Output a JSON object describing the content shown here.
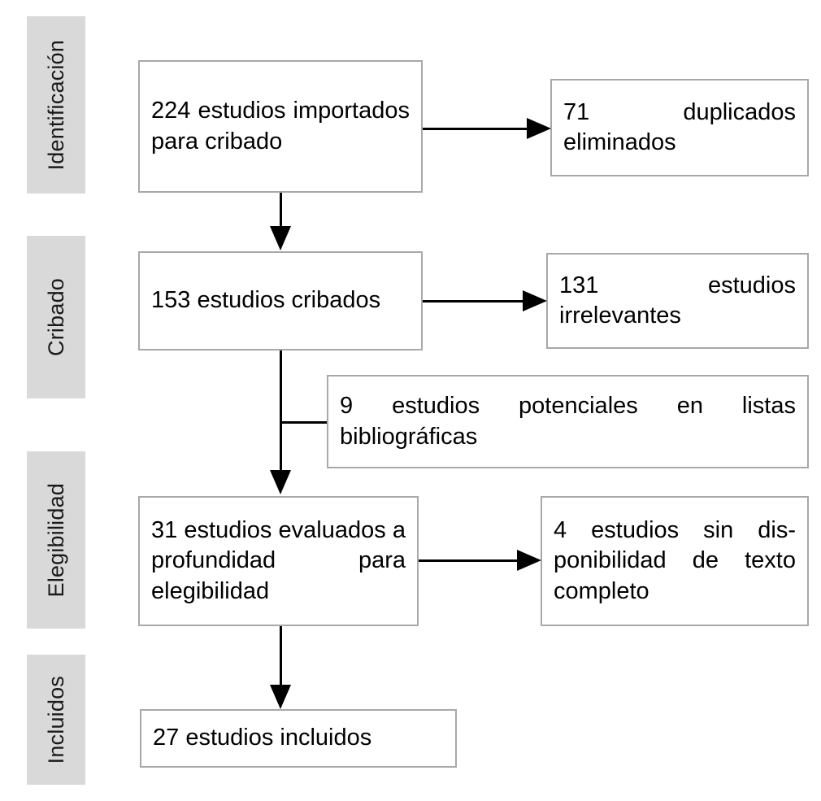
{
  "diagram": {
    "type": "prisma-flow-diagram",
    "language": "es",
    "background_color": "#ffffff",
    "box_border_color": "#a8a8a8",
    "stage_background_color": "#d9d9d9",
    "connector_color": "#000000"
  },
  "stages": [
    {
      "key": "identificacion",
      "label": "Identificación"
    },
    {
      "key": "cribado",
      "label": "Cribado"
    },
    {
      "key": "elegibilidad",
      "label": "Elegibilidad"
    },
    {
      "key": "incluidos",
      "label": "Incluidos"
    }
  ],
  "boxes": {
    "imported": {
      "text": "224 estudios importados para cribado",
      "count": 224
    },
    "duplicates": {
      "text": "71 duplicados eliminados",
      "count": 71
    },
    "screened": {
      "text": "153 estudios cribados",
      "count": 153
    },
    "irrelevant": {
      "text": "131 estudios irrelevantes",
      "count": 131
    },
    "reference_lists": {
      "text": "9 estudios potenciales en listas bibliográficas",
      "count": 9
    },
    "assessed": {
      "text": "31 estudios evalua­dos a profundidad para elegibilidad",
      "count": 31
    },
    "no_fulltext": {
      "text": "4 estudios sin dis­ponibilidad de texto completo",
      "count": 4
    },
    "included": {
      "text": "27 estudios incluidos",
      "count": 27
    }
  },
  "connectors": [
    {
      "name": "imported-to-duplicates",
      "kind": "arrow-right"
    },
    {
      "name": "imported-to-screened",
      "kind": "arrow-down"
    },
    {
      "name": "screened-to-irrelevant",
      "kind": "arrow-right"
    },
    {
      "name": "screened-to-assessed",
      "kind": "arrow-down"
    },
    {
      "name": "reference-lists-branch",
      "kind": "line"
    },
    {
      "name": "assessed-to-no-fulltext",
      "kind": "arrow-right"
    },
    {
      "name": "assessed-to-included",
      "kind": "arrow-down"
    }
  ]
}
